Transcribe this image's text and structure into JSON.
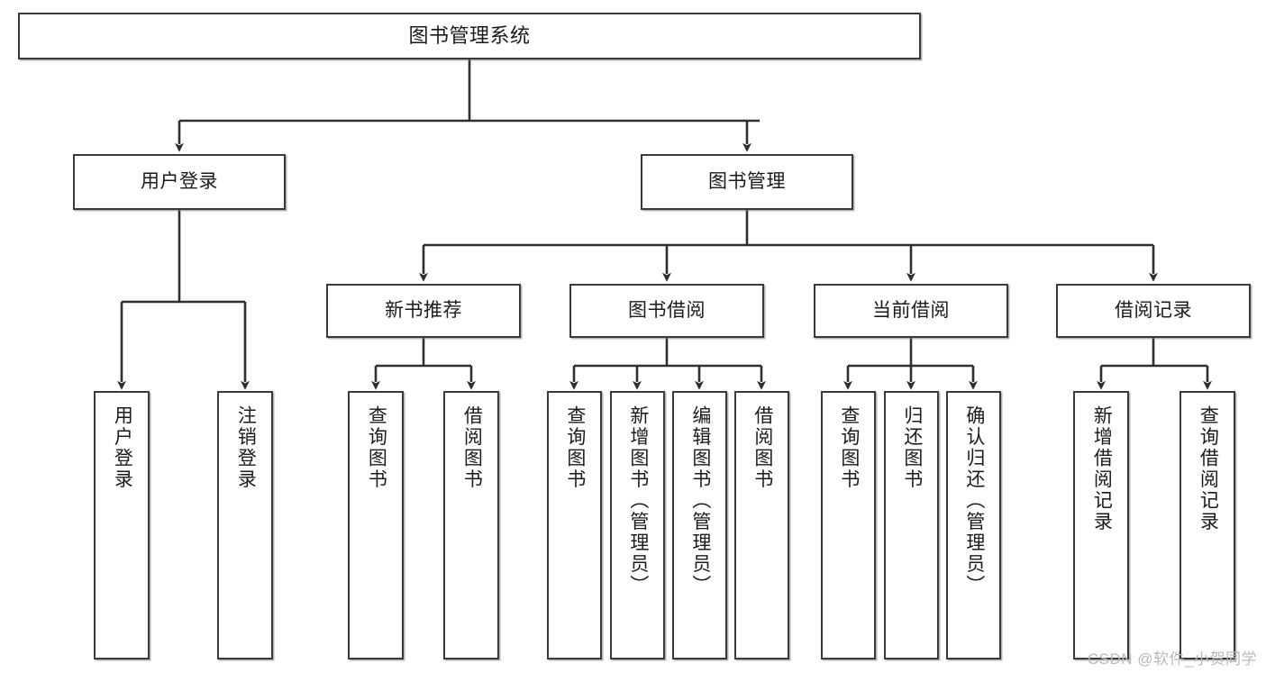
{
  "diagram": {
    "title": "图书管理系统",
    "watermark": "CSDN @软件_小贺同学",
    "stroke_color": "#3a3a3a",
    "text_color": "#1b1b1b",
    "background": "#ffffff",
    "nodes": {
      "root": {
        "label": "图书管理系统"
      },
      "level2": [
        {
          "label": "用户登录"
        },
        {
          "label": "图书管理"
        }
      ],
      "level3": [
        {
          "label": "新书推荐"
        },
        {
          "label": "图书借阅"
        },
        {
          "label": "当前借阅"
        },
        {
          "label": "借阅记录"
        }
      ],
      "leaves": {
        "user_login": [
          {
            "label": "用户登录"
          },
          {
            "label": "注销登录"
          }
        ],
        "new_book": [
          {
            "label": "查询图书"
          },
          {
            "label": "借阅图书"
          }
        ],
        "book_borrow": [
          {
            "label": "查询图书"
          },
          {
            "label": "新增图书（管理员）"
          },
          {
            "label": "编辑图书（管理员）"
          },
          {
            "label": "借阅图书"
          }
        ],
        "current_borrow": [
          {
            "label": "查询图书"
          },
          {
            "label": "归还图书"
          },
          {
            "label": "确认归还（管理员）"
          }
        ],
        "borrow_record": [
          {
            "label": "新增借阅记录"
          },
          {
            "label": "查询借阅记录"
          }
        ]
      }
    }
  }
}
